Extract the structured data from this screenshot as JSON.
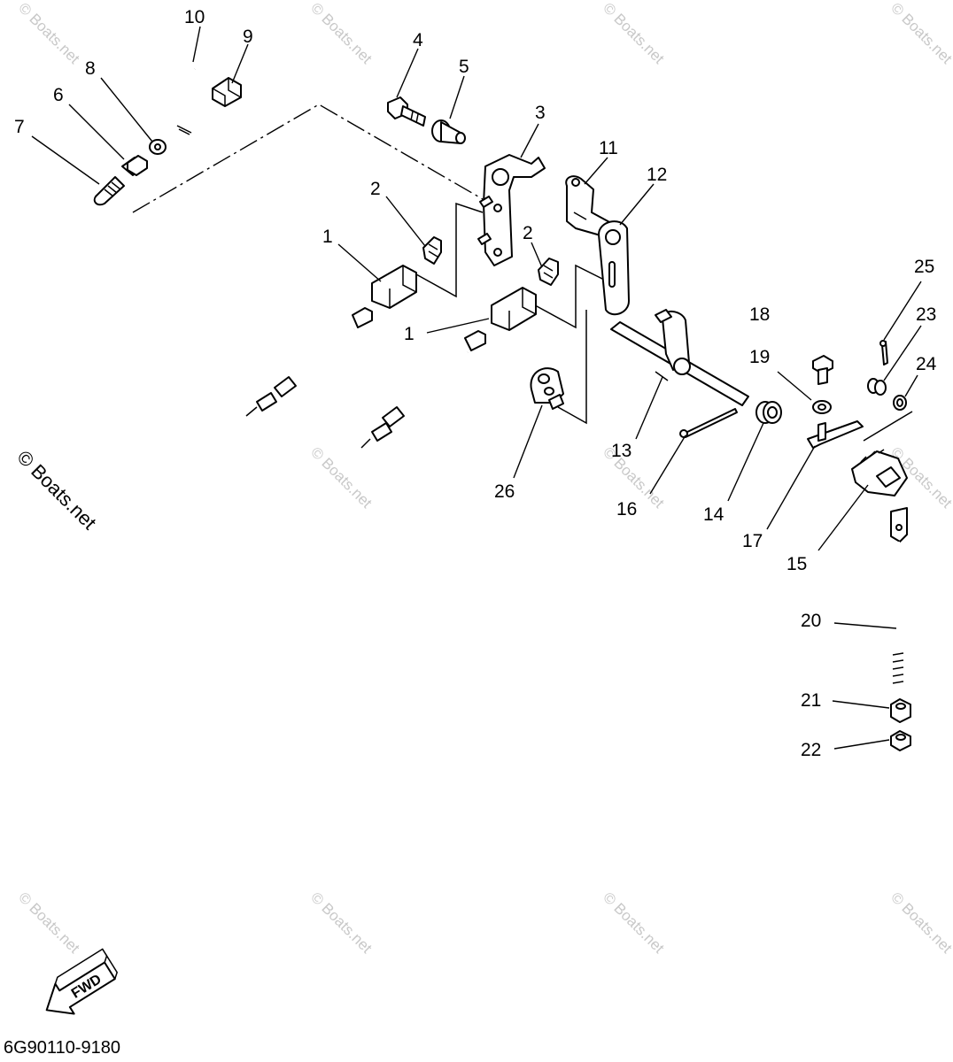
{
  "callouts": {
    "c1a": "1",
    "c1b": "1",
    "c2a": "2",
    "c2b": "2",
    "c3": "3",
    "c4": "4",
    "c5": "5",
    "c6": "6",
    "c7": "7",
    "c8": "8",
    "c9": "9",
    "c10": "10",
    "c11": "11",
    "c12": "12",
    "c13": "13",
    "c14": "14",
    "c15": "15",
    "c16": "16",
    "c17": "17",
    "c18": "18",
    "c19": "19",
    "c20": "20",
    "c21": "21",
    "c22": "22",
    "c23": "23",
    "c24": "24",
    "c25": "25",
    "c26": "26"
  },
  "watermark": "© Boats.net",
  "watermark_side": "© Boats.net",
  "fwd_label": "FWD",
  "diagram_code": "6G90110-9180"
}
